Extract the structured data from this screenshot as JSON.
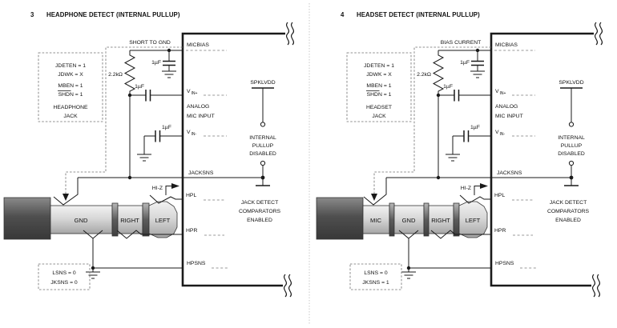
{
  "panels": [
    {
      "number": "3",
      "title": "HEADPHONE DETECT (INTERNAL PULLUP)",
      "top_note": "SHORT TO GND",
      "condition_box": {
        "jdeten": "JDETEN = 1",
        "jdwk": "JDWK = X",
        "mben": "MBEN = 1",
        "shdn": "SHDN = 1",
        "jack_type": "HEADPHONE",
        "jack_word": "JACK"
      },
      "resistor": "2.2kΩ",
      "cap_micbias": "1µF",
      "cap_vin_plus": "1µF",
      "cap_vin_minus": "1µF",
      "pins": {
        "micbias": "MICBIAS",
        "vin_base": "V",
        "vin_plus_sub": "IN+",
        "vin_minus_sub": "IN-",
        "analog1": "ANALOG",
        "analog2": "MIC INPUT",
        "jacksns": "JACKSNS",
        "hpl": "HPL",
        "hpr": "HPR",
        "hpsns": "HPSNS"
      },
      "pullup": {
        "rail": "SPKLVDD",
        "state1": "INTERNAL",
        "state2": "PULLUP",
        "state3": "DISABLED"
      },
      "comparator": {
        "line1": "JACK DETECT",
        "line2": "COMPARATORS",
        "line3": "ENABLED"
      },
      "hiz": "HI-Z",
      "plug": {
        "segments": [
          "GND",
          "RIGHT",
          "LEFT"
        ]
      },
      "status_box": {
        "lsns": "LSNS = 0",
        "jksns": "JKSNS = 0"
      }
    },
    {
      "number": "4",
      "title": "HEADSET DETECT (INTERNAL PULLUP)",
      "top_note": "BIAS CURRENT",
      "condition_box": {
        "jdeten": "JDETEN = 1",
        "jdwk": "JDWK = X",
        "mben": "MBEN = 1",
        "shdn": "SHDN = 1",
        "jack_type": "HEADSET",
        "jack_word": "JACK"
      },
      "resistor": "2.2kΩ",
      "cap_micbias": "1µF",
      "cap_vin_plus": "1µF",
      "cap_vin_minus": "1µF",
      "pins": {
        "micbias": "MICBIAS",
        "vin_base": "V",
        "vin_plus_sub": "IN+",
        "vin_minus_sub": "IN-",
        "analog1": "ANALOG",
        "analog2": "MIC INPUT",
        "jacksns": "JACKSNS",
        "hpl": "HPL",
        "hpr": "HPR",
        "hpsns": "HPSNS"
      },
      "pullup": {
        "rail": "SPKLVDD",
        "state1": "INTERNAL",
        "state2": "PULLUP",
        "state3": "DISABLED"
      },
      "comparator": {
        "line1": "JACK DETECT",
        "line2": "COMPARATORS",
        "line3": "ENABLED"
      },
      "hiz": "HI-Z",
      "plug": {
        "segments": [
          "MIC",
          "GND",
          "RIGHT",
          "LEFT"
        ]
      },
      "status_box": {
        "lsns": "LSNS = 0",
        "jksns": "JKSNS = 1"
      }
    }
  ],
  "colors": {
    "line": "#1a1a1a",
    "dashed_stub": "#9a9a9a",
    "dashed_box": "#6e6e6e",
    "background": "#ffffff"
  }
}
